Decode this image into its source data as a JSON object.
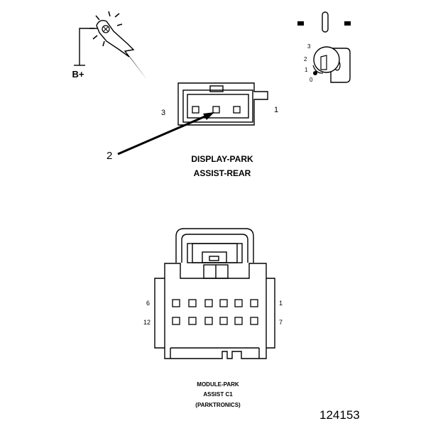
{
  "probe": {
    "voltage_label": "B+"
  },
  "ignition": {
    "positions": [
      "3",
      "2",
      "1",
      "0"
    ]
  },
  "display_connector": {
    "pin_left": "3",
    "pin_right": "1",
    "callout": "2",
    "title_line1": "DISPLAY-PARK",
    "title_line2": "ASSIST-REAR"
  },
  "module_connector": {
    "top_left_pin": "6",
    "top_right_pin": "1",
    "bottom_left_pin": "12",
    "bottom_right_pin": "7",
    "title_line1": "MODULE-PARK",
    "title_line2": "ASSIST C1",
    "title_line3": "(PARKTRONICS)"
  },
  "figure_number": "124153"
}
